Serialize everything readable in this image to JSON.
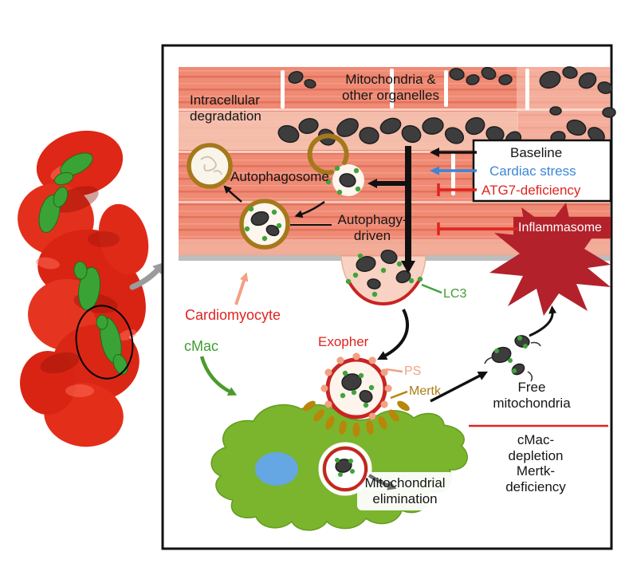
{
  "labels": {
    "mitochondria": "Mitochondria &\nother organelles",
    "intracellular_degradation": "Intracellular\ndegradation",
    "autophagosome": "Autophagosome",
    "autophagy_driven": "Autophagy-\ndriven",
    "baseline": "Baseline",
    "cardiac_stress": "Cardiac stress",
    "atg7_deficiency": "ATG7-deficiency",
    "inflammasome": "Inflammasome",
    "lc3": "LC3",
    "cardiomyocyte": "Cardiomyocyte",
    "cmac": "cMac",
    "exopher": "Exopher",
    "ps": "PS",
    "mertk": "Mertk",
    "free_mitochondria": "Free\nmitochondria",
    "cmac_depletion": "cMac-depletion\nMertk-deficiency",
    "mitochondrial_elimination": "Mitochondrial\nelimination"
  },
  "colors": {
    "tissue_salmon": "#ef8a74",
    "tissue_stripe": "#e06b56",
    "tissue_light": "#f6c7b5",
    "membrane_gray": "#bdbdbd",
    "mitochondria_dark": "#3d3d3d",
    "autophagosome_olive": "#a5791b",
    "exopher_red": "#c92323",
    "lc3_green": "#3fa43a",
    "macrophage_green": "#7ab52d",
    "nucleus_blue": "#64a7e2",
    "inflammasome_red": "#b3212b",
    "baseline_black": "#111111",
    "stress_blue": "#3b86d8",
    "deficiency_red": "#e02420",
    "ps_salmon": "#f2a183",
    "mertk_olive": "#b8860b",
    "heart_red": "#de2716"
  }
}
